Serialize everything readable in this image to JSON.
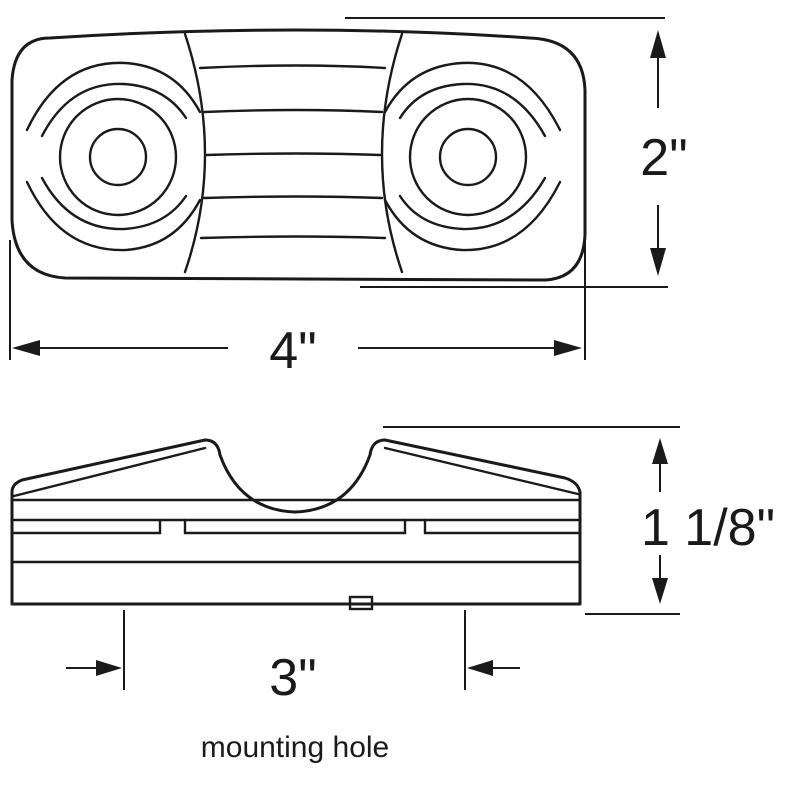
{
  "dimensions": {
    "width": "4\"",
    "height": "2\"",
    "depth": "1 1/8\"",
    "mount_spacing": "3\""
  },
  "notes": {
    "mount_caption": "mounting hole"
  }
}
